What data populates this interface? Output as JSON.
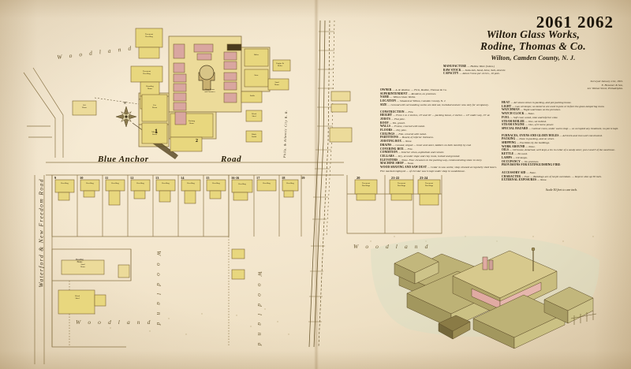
{
  "sheet": {
    "number": "2061 2062",
    "paper_color": "#f3e6cd",
    "ink_color": "#241a09",
    "building_yellow": "#e8d77e",
    "building_pink": "#d9a6a0",
    "building_olive": "#b9ae6f"
  },
  "title_block": {
    "line1": "Wilton Glass Works,",
    "line2": "Rodine, Thomas & Co.",
    "line3": "Wilton, Camden County, N. J.",
    "details": [
      {
        "label": "MANUFACTURE",
        "text": "Hollow Ware (Glass.)"
      },
      {
        "label": "RAW STOCK",
        "text": "Soda Ash, Sand, Lime, Salt, Arsenic."
      },
      {
        "label": "CAPACITY",
        "text": "About 3 tons per 24 hrs., 10 pots."
      }
    ],
    "credit_lines": [
      "Surveyed January 21st, 1891.",
      "E. Hexamer & Son,",
      "421 Walnut Street, Philadelphia."
    ]
  },
  "legend_left": [
    {
      "label": "OWNER",
      "text": "A. R. Rodine. — Firm, Rodine, Thomas & Co."
    },
    {
      "label": "SUPERINTENDENT",
      "text": "Resident, on premises."
    },
    {
      "label": "NAME",
      "text": "Wilton Glass Works."
    },
    {
      "label": "LOCATION",
      "text": "Situated at Wilton, Camden County, N. J."
    },
    {
      "label": "SIZE",
      "text": "Ground with surrounding works are laid out, included and are now only for occupancy."
    },
    {
      "label": "CONSTRUCTION",
      "text": "Fire."
    },
    {
      "label": "HEIGHT",
      "text": "From 1 to 2 stories, 10' and 16' — packing house, 2 stories — 10' under way, 15' at."
    },
    {
      "label": "JOISTS",
      "text": "Flat pine."
    },
    {
      "label": "ROOF",
      "text": "Tin, gravel."
    },
    {
      "label": "WALLS",
      "text": "Frame, covered with metal."
    },
    {
      "label": "FLOORS",
      "text": "Dry pine."
    },
    {
      "label": "CEILINGS",
      "text": "Flat, covered with metal."
    },
    {
      "label": "PARTITIONS",
      "text": "Board, of inferior thickness."
    },
    {
      "label": "JOISTING BOX",
      "text": "None."
    },
    {
      "label": "DRAINS",
      "text": "Ground, sloped — inner and outer, ladders on both monthly by end."
    },
    {
      "label": "COVERING BOX",
      "text": "Fire."
    },
    {
      "label": "CONDITION",
      "text": "Interior clean, asphaltum and cement."
    },
    {
      "label": "CELLARS",
      "text": "Dry, at under slope and clay room, locked and grouted."
    },
    {
      "label": "ELEVATORS",
      "text": "None. Four elevators in the packing way, communicating stone to story."
    },
    {
      "label": "MACHINE SHOP",
      "text": "None."
    },
    {
      "label": "WOOD SHAVING AND SAW DUST",
      "text": "Cedar in saw works; shop cleaned at regularly shed hours. Fire marked employed — of circular saw is kept under shop in woodshouse."
    }
  ],
  "legend_right": [
    {
      "label": "HEAT",
      "text": "All steam stoves in packing, and pot packing house."
    },
    {
      "label": "LIGHT",
      "text": "Gas oil lamps; no lanterns are used in pots or before the glass-tempering room."
    },
    {
      "label": "WATCHMAN",
      "text": "Night watchman on the premises."
    },
    {
      "label": "WATCH CLOCK",
      "text": "None."
    },
    {
      "label": "FUEL",
      "text": "Soft coal, wood, coke and inferior coke."
    },
    {
      "label": "STEAM BOILER",
      "text": "One, set behind."
    },
    {
      "label": "STEAM ENGINE",
      "text": "One, of 6 horse power."
    },
    {
      "label": "SPECIAL HAZARD",
      "text": "Cabinet room, under warm shop — so occupied any treatment, no pot is kept."
    },
    {
      "label": "FURNACES, OVENS AND GLORY HOLES",
      "text": "All brick and iron well constructed."
    },
    {
      "label": "PACKING",
      "text": "Done in packing, and on street."
    },
    {
      "label": "SHIPPING",
      "text": "Facilities by the buildings."
    },
    {
      "label": "WORK AROUND",
      "text": "None."
    },
    {
      "label": "OILS",
      "text": "Oil house, detached, well kept, a tin in cellar of a sandy store; pot 2 and 3 of the used hose."
    },
    {
      "label": "KETTLE",
      "text": "No used."
    },
    {
      "label": "LAMPS",
      "text": "Oil lamps."
    },
    {
      "label": "OCCUPANCY",
      "text": "On premises."
    },
    {
      "label": "PROVISIONS FOR EXTINGUISHING FIRE",
      "text": ""
    },
    {
      "label": "ACCESSORY AID",
      "text": "None."
    },
    {
      "label": "CHARACTER",
      "text": "Fair — Buildings are of lot pit overtaken. — Kept to shut up 50 inch."
    },
    {
      "label": "EXTERNAL EXPOSURES",
      "text": "None."
    }
  ],
  "scale_note": "Scale 50 feet to one inch.",
  "map_labels": {
    "road_main": {
      "left": "Blue Anchor",
      "right": "Road"
    },
    "road_vertical": "Waterford & New Freedom Road",
    "woodland_top": "W o o d l a n d",
    "woodland_left": "W o o d l a n d",
    "woodland_mid": "W o o d l a n d",
    "woodland_right": "W o o d l a n d",
    "railroad": "Phila. & Atlantic City R. R."
  },
  "factory_blocks": [
    {
      "id": "glass-house",
      "text": "Glass House\nand Furnaces"
    },
    {
      "id": "pot-room",
      "text": "Pot\nRoom"
    },
    {
      "id": "mixing-room",
      "text": "Mixing\nRoom"
    },
    {
      "id": "packing-house",
      "text": "Packing\nHouse"
    },
    {
      "id": "office",
      "text": "Office"
    },
    {
      "id": "store",
      "text": "Store"
    },
    {
      "id": "stable",
      "text": "Stable"
    },
    {
      "id": "engine-boiler",
      "text": "Engine &\nBoiler"
    },
    {
      "id": "sand-house",
      "text": "Sand\nHouse"
    },
    {
      "id": "wood-shed",
      "text": "Wood\nShed"
    },
    {
      "id": "blacksmith",
      "text": "Black\nSmith"
    },
    {
      "id": "oil-house",
      "text": "Oil\nHouse"
    },
    {
      "id": "tenement-1",
      "text": "Tenement\nDwelling"
    },
    {
      "id": "tenement-2",
      "text": "Tenement\nDwelling"
    },
    {
      "id": "boarding-house",
      "text": "Boarding\nHouse"
    }
  ],
  "lots_row_left": [
    {
      "no": "9",
      "text": "Dwelling"
    },
    {
      "no": "10",
      "text": "Dwelling"
    },
    {
      "no": "11",
      "text": "Dwelling"
    },
    {
      "no": "12",
      "text": "Dwelling"
    },
    {
      "no": "13",
      "text": "Dwelling"
    },
    {
      "no": "14",
      "text": "Dwelling"
    },
    {
      "no": "15",
      "text": "Dwelling"
    }
  ],
  "lots_row_mid": [
    {
      "no": "16-16",
      "text": "Dwelling"
    },
    {
      "no": "17",
      "text": "Dwelling"
    },
    {
      "no": "18",
      "text": "Dwelling"
    },
    {
      "no": "19",
      "text": "Dwelling"
    }
  ],
  "lots_row_right": [
    {
      "no": "20",
      "text": "Tenement\nDwellings"
    },
    {
      "no": "21-22",
      "text": "Tenement\nDwellings"
    },
    {
      "no": "23-24",
      "text": "Tenement\nDwellings"
    }
  ],
  "perspective": {
    "caption": ""
  },
  "compass": {
    "label": "N"
  }
}
